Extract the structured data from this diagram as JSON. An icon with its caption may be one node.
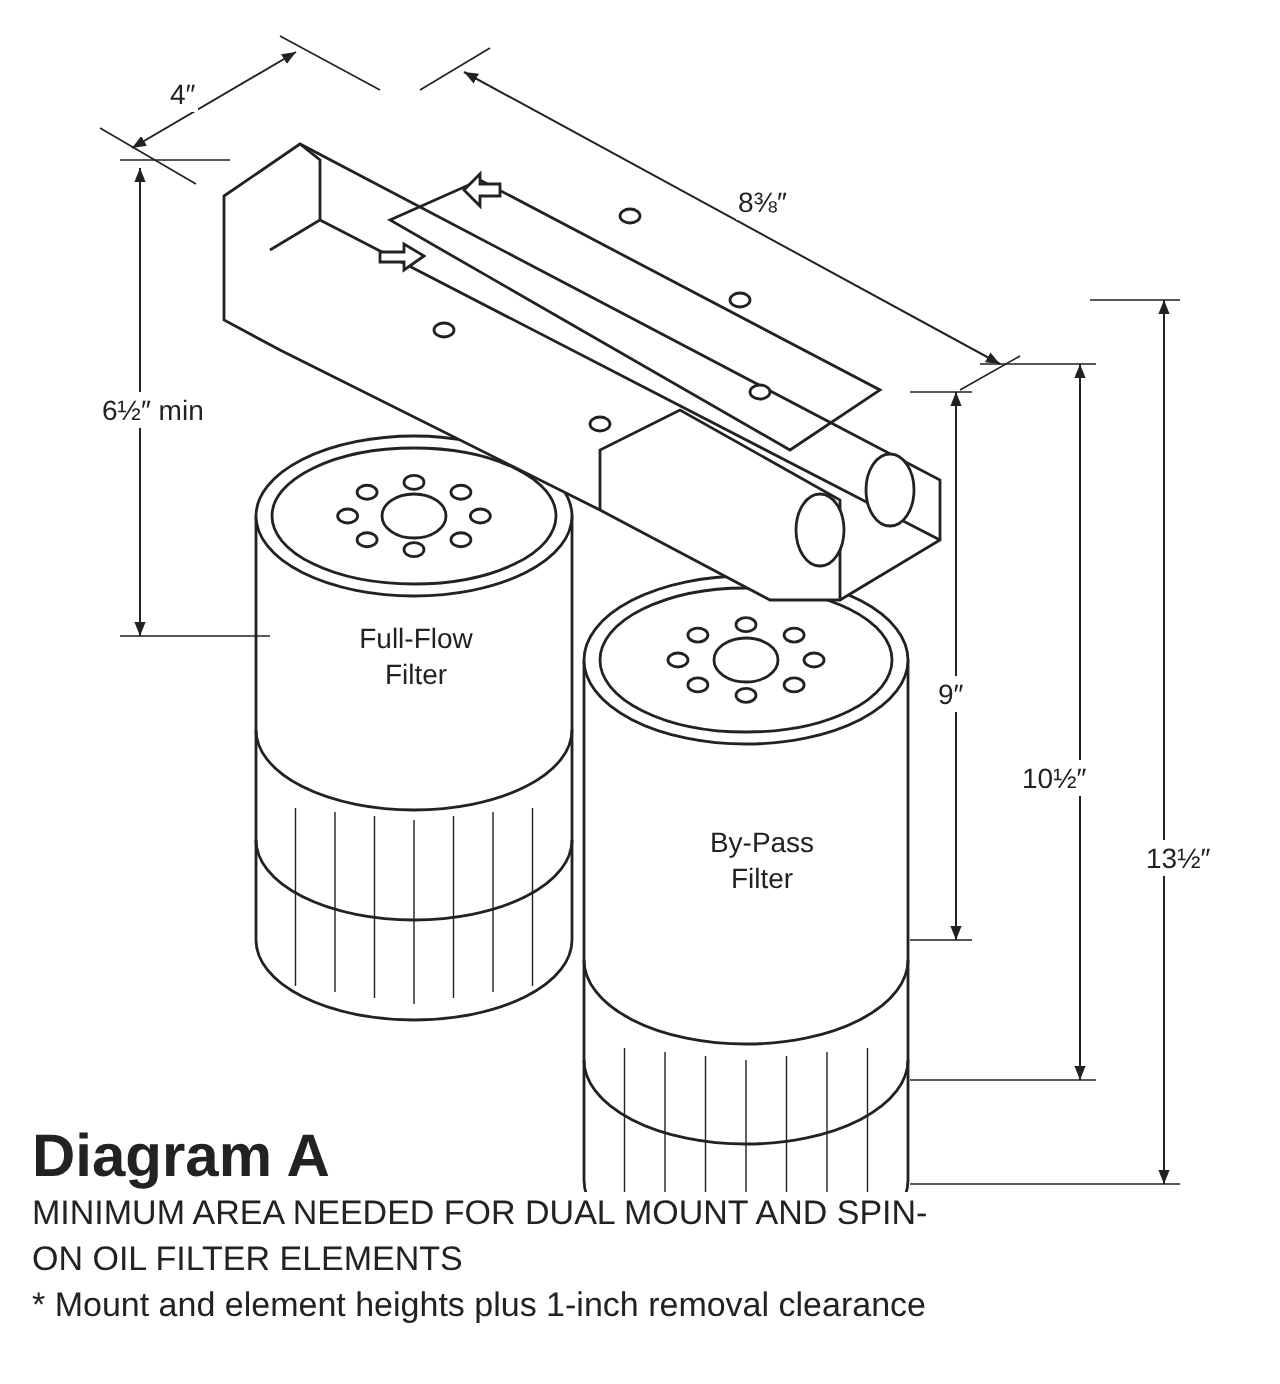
{
  "diagram": {
    "title": "Diagram A",
    "caption": "MINIMUM AREA NEEDED FOR DUAL MOUNT AND SPIN-ON OIL FILTER ELEMENTS",
    "labels": [
      "4″",
      "8⅜″",
      "6½″ min",
      "Full-Flow Filter",
      "9″",
      "10½″",
      "By-Pass Filter",
      "13½″",
      "* Mount and element heights plus 1-inch removal clearance"
    ]
  }
}
